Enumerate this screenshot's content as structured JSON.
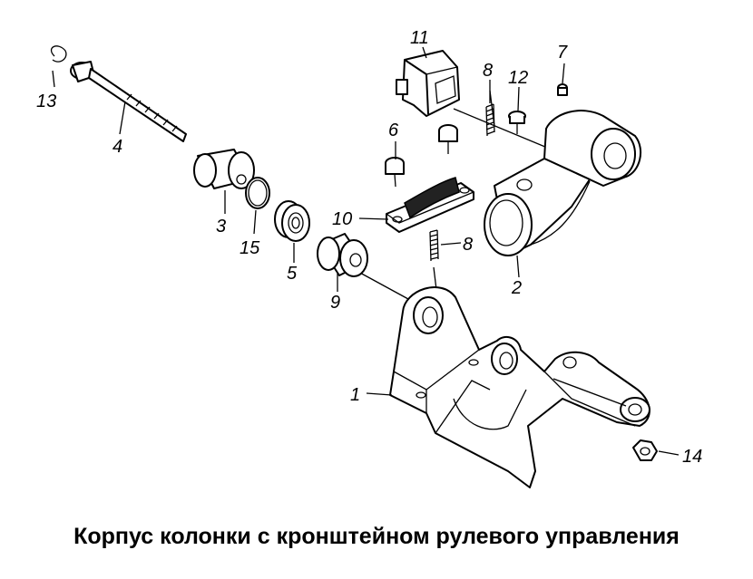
{
  "caption": "Корпус колонки с кронштейном рулевого управления",
  "labels": {
    "l1": "1",
    "l2": "2",
    "l3": "3",
    "l4": "4",
    "l5": "5",
    "l6": "6",
    "l7": "7",
    "l8a": "8",
    "l8b": "8",
    "l9": "9",
    "l10": "10",
    "l11": "11",
    "l12": "12",
    "l13": "13",
    "l14": "14",
    "l15": "15"
  }
}
